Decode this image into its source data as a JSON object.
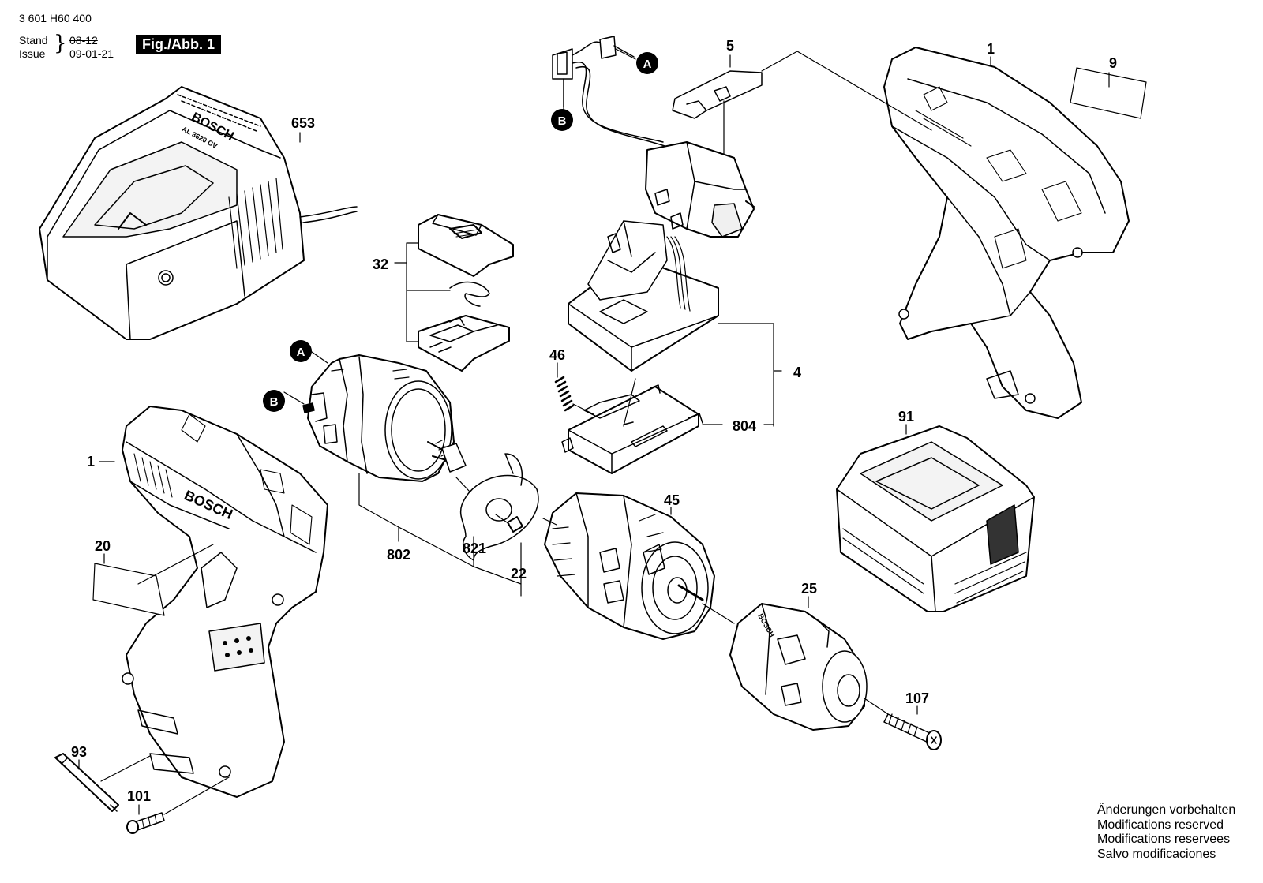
{
  "header": {
    "part_number": "3 601 H60 400",
    "stand_label": "Stand",
    "issue_label": "Issue",
    "stand_value": "08-12",
    "issue_value": "09-01-21",
    "figure_label": "Fig./Abb. 1"
  },
  "callouts": {
    "charger": "653",
    "motor_plate": "32",
    "housing_right": "1",
    "housing_left": "1",
    "switch": "5",
    "label_right": "9",
    "spring": "46",
    "electronics_module": "4",
    "contact_plate": "804",
    "battery": "91",
    "label_left": "20",
    "motor": "802",
    "gear_plate": "821",
    "screw_small": "22",
    "gearbox": "45",
    "chuck": "25",
    "chuck_screw": "107",
    "bit": "93",
    "belt_screw": "101"
  },
  "markers": {
    "a_top": "A",
    "b_top": "B",
    "a_motor": "A",
    "b_motor": "B"
  },
  "charger_text": {
    "brand": "BOSCH",
    "model": "AL 3620 CV"
  },
  "housing_text": {
    "brand": "BOSCH"
  },
  "chuck_text": {
    "brand": "BOSCH"
  },
  "notes": [
    "Änderungen vorbehalten",
    "Modifications reserved",
    "Modifications reservees",
    "Salvo modificaciones"
  ]
}
